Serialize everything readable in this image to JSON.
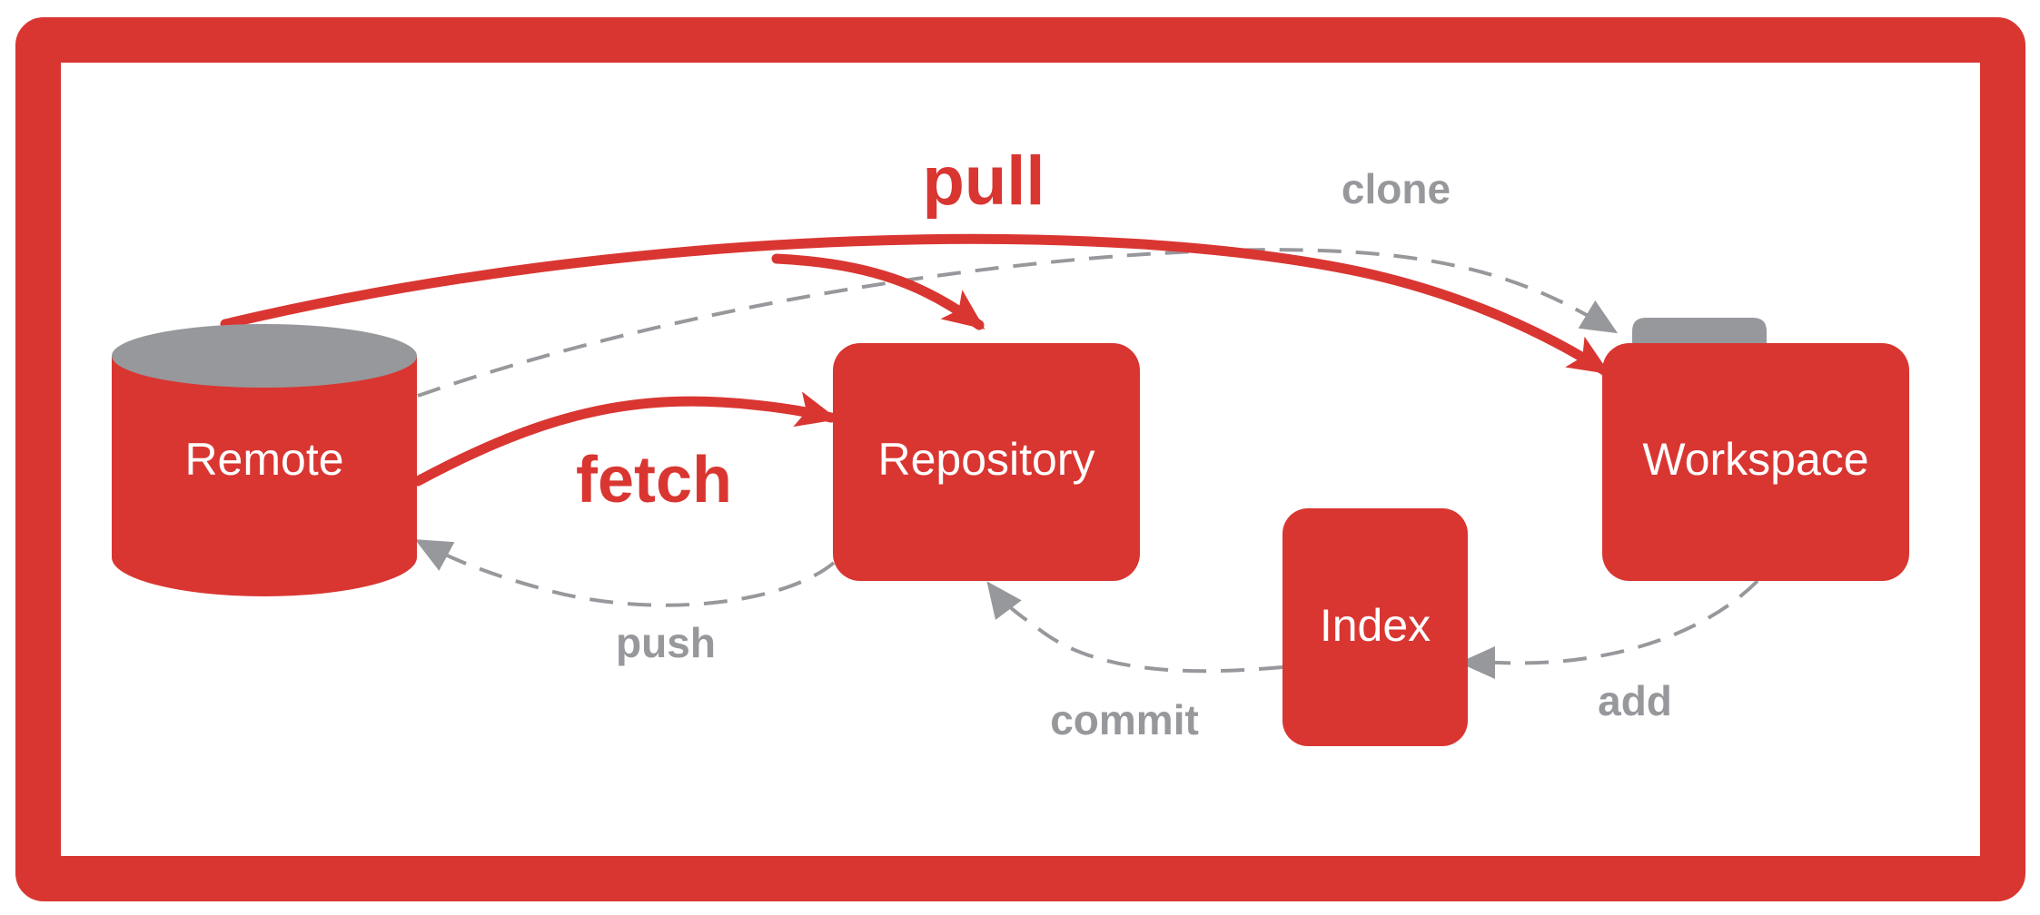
{
  "colors": {
    "accent": "#d93632",
    "muted": "#97989c",
    "background": "#ffffff"
  },
  "nodes": {
    "remote": "Remote",
    "repository": "Repository",
    "workspace": "Workspace",
    "index": "Index"
  },
  "edges": {
    "pull": "pull",
    "fetch": "fetch",
    "clone": "clone",
    "push": "push",
    "commit": "commit",
    "add": "add"
  },
  "icons": {
    "remote": "database-cylinder-icon",
    "workspace": "folder-icon"
  }
}
